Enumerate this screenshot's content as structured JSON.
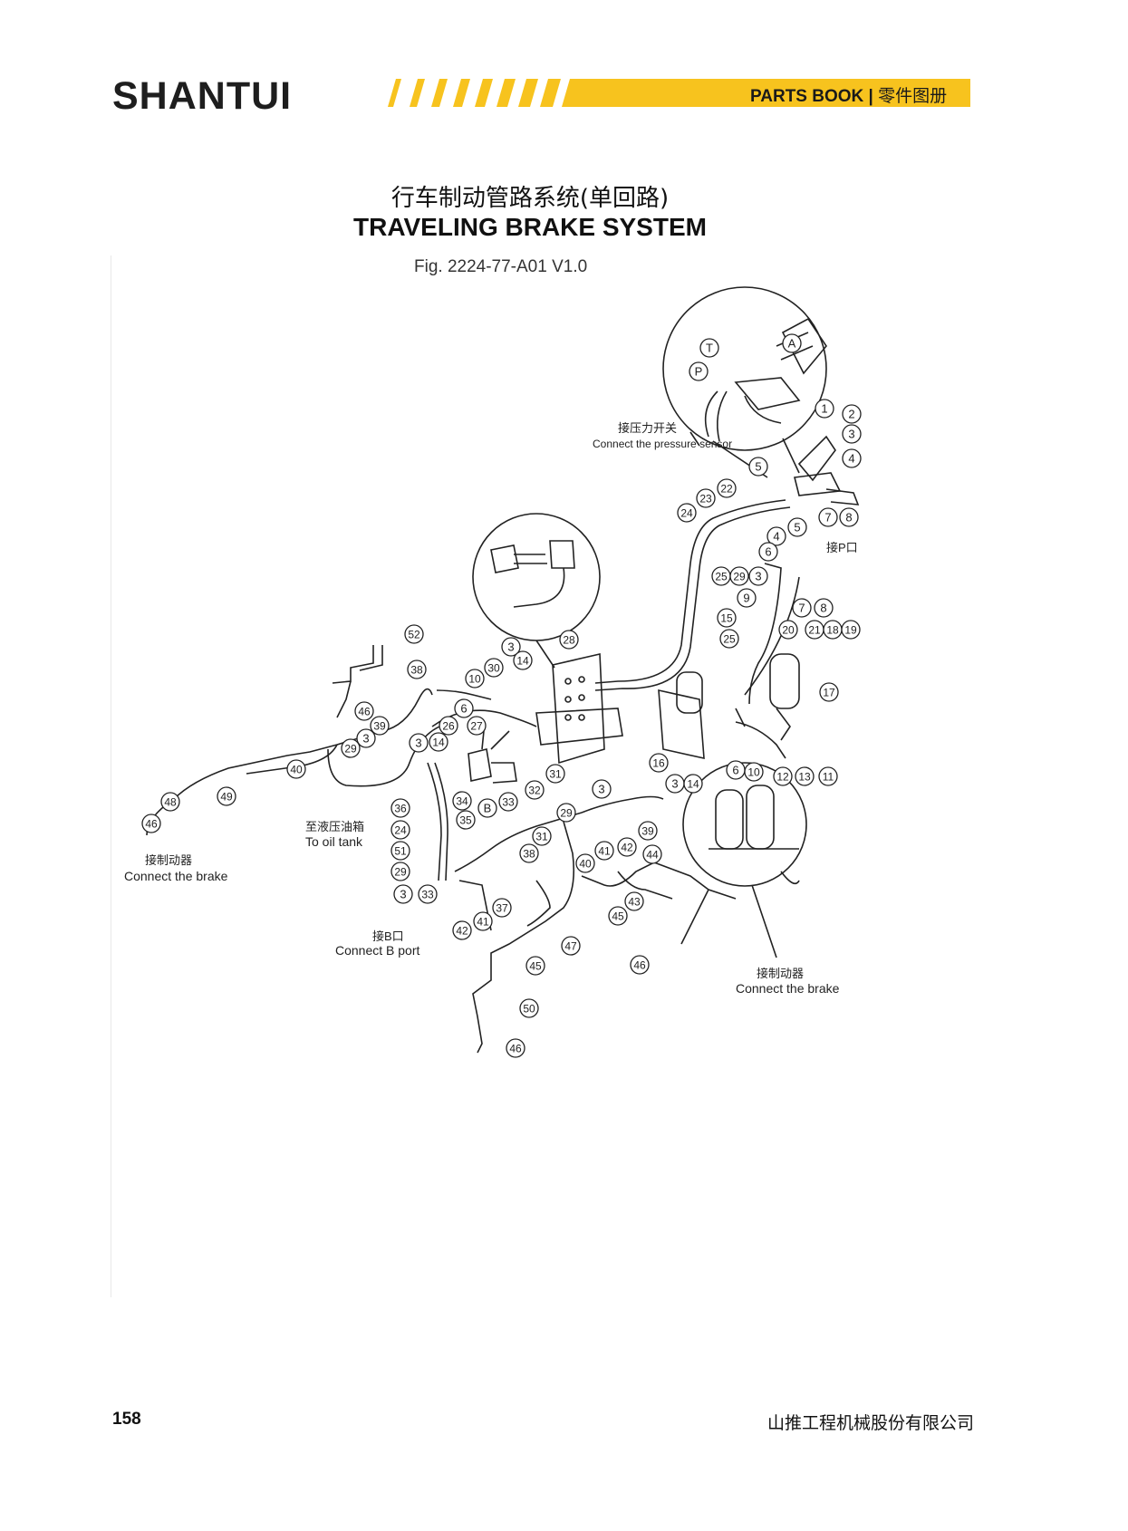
{
  "header": {
    "logo_text_left": "SH",
    "logo_text_a": "A",
    "logo_text_right": "NTUI",
    "parts_book_en": "PARTS BOOK",
    "parts_book_sep": "|",
    "parts_book_cn": "零件图册",
    "accent_color": "#f7c31e"
  },
  "title": {
    "cn": "行车制动管路系统(单回路)",
    "en": "TRAVELING BRAKE SYSTEM"
  },
  "figure": {
    "caption": "Fig.  2224-77-A01   V1.0",
    "callouts": [
      {
        "id": "P",
        "text": "P"
      },
      {
        "id": "T",
        "text": "T"
      },
      {
        "id": "A",
        "text": "A"
      },
      {
        "id": "c1",
        "text": "1"
      },
      {
        "id": "c2",
        "text": "2"
      },
      {
        "id": "c3a",
        "text": "3"
      },
      {
        "id": "c4a",
        "text": "4"
      },
      {
        "id": "c5a",
        "text": "5"
      },
      {
        "id": "c7a",
        "text": "7"
      },
      {
        "id": "c8a",
        "text": "8"
      },
      {
        "id": "c22",
        "text": "22"
      },
      {
        "id": "c23",
        "text": "23"
      },
      {
        "id": "c24a",
        "text": "24"
      },
      {
        "id": "c5b",
        "text": "5"
      },
      {
        "id": "c4b",
        "text": "4"
      },
      {
        "id": "c6a",
        "text": "6"
      },
      {
        "id": "c25a",
        "text": "25"
      },
      {
        "id": "c29a",
        "text": "29"
      },
      {
        "id": "c3b",
        "text": "3"
      },
      {
        "id": "c9",
        "text": "9"
      },
      {
        "id": "c7b",
        "text": "7"
      },
      {
        "id": "c8b",
        "text": "8"
      },
      {
        "id": "c15",
        "text": "15"
      },
      {
        "id": "c20",
        "text": "20"
      },
      {
        "id": "c21",
        "text": "21"
      },
      {
        "id": "c18",
        "text": "18"
      },
      {
        "id": "c19",
        "text": "19"
      },
      {
        "id": "c25b",
        "text": "25"
      },
      {
        "id": "c17",
        "text": "17"
      },
      {
        "id": "c52",
        "text": "52"
      },
      {
        "id": "c28",
        "text": "28"
      },
      {
        "id": "c3c",
        "text": "3"
      },
      {
        "id": "c14a",
        "text": "14"
      },
      {
        "id": "c38a",
        "text": "38"
      },
      {
        "id": "c30",
        "text": "30"
      },
      {
        "id": "c10a",
        "text": "10"
      },
      {
        "id": "c46a",
        "text": "46"
      },
      {
        "id": "c6b",
        "text": "6"
      },
      {
        "id": "c39a",
        "text": "39"
      },
      {
        "id": "c26",
        "text": "26"
      },
      {
        "id": "c27",
        "text": "27"
      },
      {
        "id": "c29b",
        "text": "29"
      },
      {
        "id": "c3d",
        "text": "3"
      },
      {
        "id": "c3e",
        "text": "3"
      },
      {
        "id": "c14b",
        "text": "14"
      },
      {
        "id": "c40a",
        "text": "40"
      },
      {
        "id": "c16",
        "text": "16"
      },
      {
        "id": "c6c",
        "text": "6"
      },
      {
        "id": "c10b",
        "text": "10"
      },
      {
        "id": "c12",
        "text": "12"
      },
      {
        "id": "c13",
        "text": "13"
      },
      {
        "id": "c11",
        "text": "11"
      },
      {
        "id": "c3f",
        "text": "3"
      },
      {
        "id": "c14c",
        "text": "14"
      },
      {
        "id": "c31a",
        "text": "31"
      },
      {
        "id": "c32",
        "text": "32"
      },
      {
        "id": "c34",
        "text": "34"
      },
      {
        "id": "c33a",
        "text": "33"
      },
      {
        "id": "cB",
        "text": "B"
      },
      {
        "id": "c48",
        "text": "48"
      },
      {
        "id": "c49",
        "text": "49"
      },
      {
        "id": "c46b",
        "text": "46"
      },
      {
        "id": "c36",
        "text": "36"
      },
      {
        "id": "c35",
        "text": "35"
      },
      {
        "id": "c24b",
        "text": "24"
      },
      {
        "id": "c51",
        "text": "51"
      },
      {
        "id": "c29c",
        "text": "29"
      },
      {
        "id": "c3g",
        "text": "3"
      },
      {
        "id": "c33b",
        "text": "33"
      },
      {
        "id": "c3h",
        "text": "3"
      },
      {
        "id": "c29d",
        "text": "29"
      },
      {
        "id": "c39b",
        "text": "39"
      },
      {
        "id": "c31b",
        "text": "31"
      },
      {
        "id": "c38b",
        "text": "38"
      },
      {
        "id": "c40b",
        "text": "40"
      },
      {
        "id": "c41a",
        "text": "41"
      },
      {
        "id": "c42a",
        "text": "42"
      },
      {
        "id": "c44",
        "text": "44"
      },
      {
        "id": "c43",
        "text": "43"
      },
      {
        "id": "c45a",
        "text": "45"
      },
      {
        "id": "c37",
        "text": "37"
      },
      {
        "id": "c41b",
        "text": "41"
      },
      {
        "id": "c42b",
        "text": "42"
      },
      {
        "id": "c47",
        "text": "47"
      },
      {
        "id": "c45b",
        "text": "45"
      },
      {
        "id": "c46c",
        "text": "46"
      },
      {
        "id": "c50",
        "text": "50"
      },
      {
        "id": "c46d",
        "text": "46"
      }
    ],
    "labels": {
      "pressure_cn": "接压力开关",
      "pressure_en": "Connect the pressure sensor",
      "p_port_cn": "接P口",
      "oil_tank_cn": "至液压油箱",
      "oil_tank_en": "To oil tank",
      "brake_left_cn": "接制动器",
      "brake_left_en": "Connect the brake",
      "b_port_cn": "接B口",
      "b_port_en": "Connect B port",
      "brake_right_cn": "接制动器",
      "brake_right_en": "Connect the brake"
    }
  },
  "footer": {
    "page_number": "158",
    "company": "山推工程机械股份有限公司"
  }
}
